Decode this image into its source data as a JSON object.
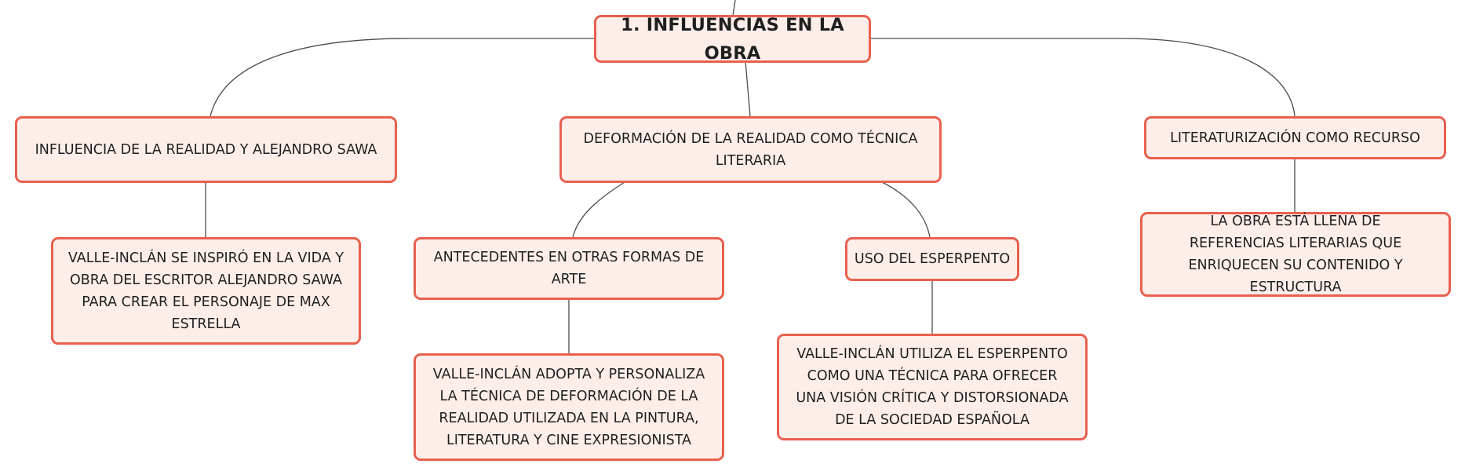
{
  "diagram": {
    "type": "mind-map",
    "colors": {
      "node_fill": "#fdeeea",
      "node_border": "#e8604e",
      "connector": "#4a4a4a",
      "text": "#1f1f1f"
    },
    "root": {
      "label": "1. INFLUENCIAS EN LA OBRA"
    },
    "topics": [
      {
        "label": "INFLUENCIA DE LA REALIDAD Y ALEJANDRO SAWA",
        "children": [
          {
            "label": "VALLE-INCLÁN SE INSPIRÓ EN LA VIDA Y OBRA DEL ESCRITOR ALEJANDRO SAWA PARA CREAR EL PERSONAJE DE MAX ESTRELLA"
          }
        ]
      },
      {
        "label": "DEFORMACIÓN DE LA REALIDAD COMO TÉCNICA LITERARIA",
        "children": [
          {
            "label": "ANTECEDENTES EN OTRAS FORMAS DE ARTE",
            "children": [
              {
                "label": "VALLE-INCLÁN ADOPTA Y PERSONALIZA LA TÉCNICA DE DEFORMACIÓN DE LA REALIDAD UTILIZADA EN LA PINTURA, LITERATURA Y CINE EXPRESIONISTA"
              }
            ]
          },
          {
            "label": "USO DEL ESPERPENTO",
            "children": [
              {
                "label": "VALLE-INCLÁN UTILIZA EL ESPERPENTO COMO UNA TÉCNICA PARA OFRECER UNA VISIÓN CRÍTICA Y DISTORSIONADA DE LA SOCIEDAD ESPAÑOLA"
              }
            ]
          }
        ]
      },
      {
        "label": "LITERATURIZACIÓN COMO RECURSO",
        "children": [
          {
            "label": "LA OBRA ESTÁ LLENA DE REFERENCIAS LITERARIAS QUE ENRIQUECEN SU CONTENIDO Y ESTRUCTURA"
          }
        ]
      }
    ]
  }
}
